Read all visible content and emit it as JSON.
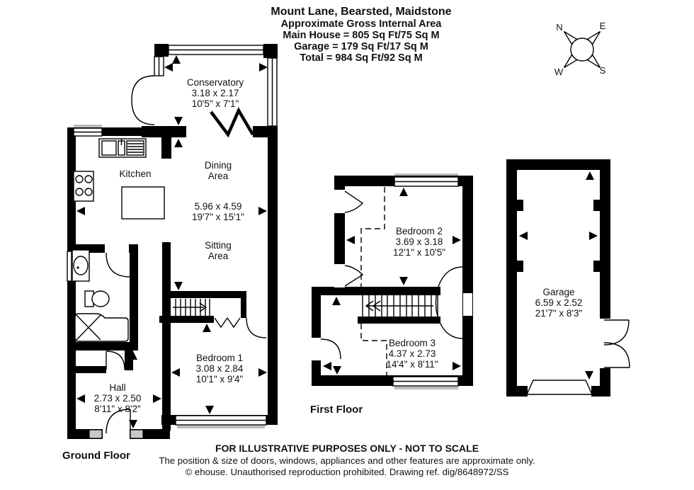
{
  "header": {
    "title": "Mount Lane, Bearsted, Maidstone",
    "subtitle": "Approximate Gross Internal Area",
    "main_house": "Main House = 805 Sq Ft/75 Sq M",
    "garage": "Garage = 179 Sq Ft/17 Sq M",
    "total": "Total = 984 Sq Ft/92 Sq M"
  },
  "compass": {
    "n": "N",
    "e": "E",
    "w": "W",
    "s": "S"
  },
  "rooms": {
    "conservatory": {
      "name": "Conservatory",
      "metric": "3.18 x 2.17",
      "imperial": "10'5\" x 7'1\""
    },
    "kitchen": {
      "name": "Kitchen"
    },
    "dining": {
      "name": "Dining",
      "name2": "Area"
    },
    "main_dims": {
      "metric": "5.96 x 4.59",
      "imperial": "19'7\" x 15'1\""
    },
    "sitting": {
      "name": "Sitting",
      "name2": "Area"
    },
    "bedroom1": {
      "name": "Bedroom 1",
      "metric": "3.08 x 2.84",
      "imperial": "10'1\" x 9'4\""
    },
    "hall": {
      "name": "Hall",
      "metric": "2.73 x 2.50",
      "imperial": "8'11\" x 8'2\""
    },
    "bedroom2": {
      "name": "Bedroom 2",
      "metric": "3.69 x 3.18",
      "imperial": "12'1\" x 10'5\""
    },
    "bedroom3": {
      "name": "Bedroom 3",
      "metric": "4.37 x 2.73",
      "imperial": "14'4\" x 8'11\""
    },
    "garage": {
      "name": "Garage",
      "metric": "6.59 x 2.52",
      "imperial": "21'7\" x 8'3\""
    }
  },
  "floors": {
    "ground": "Ground Floor",
    "first": "First Floor"
  },
  "footer": {
    "line1": "FOR ILLUSTRATIVE PURPOSES ONLY - NOT TO SCALE",
    "line2": "The position & size of doors, windows, appliances and other features are approximate only.",
    "line3": "© ehouse. Unauthorised reproduction prohibited. Drawing ref. dig/8648972/SS"
  },
  "colors": {
    "wall": "#000000",
    "window_shade": "#bcbcbc",
    "background": "#ffffff"
  }
}
